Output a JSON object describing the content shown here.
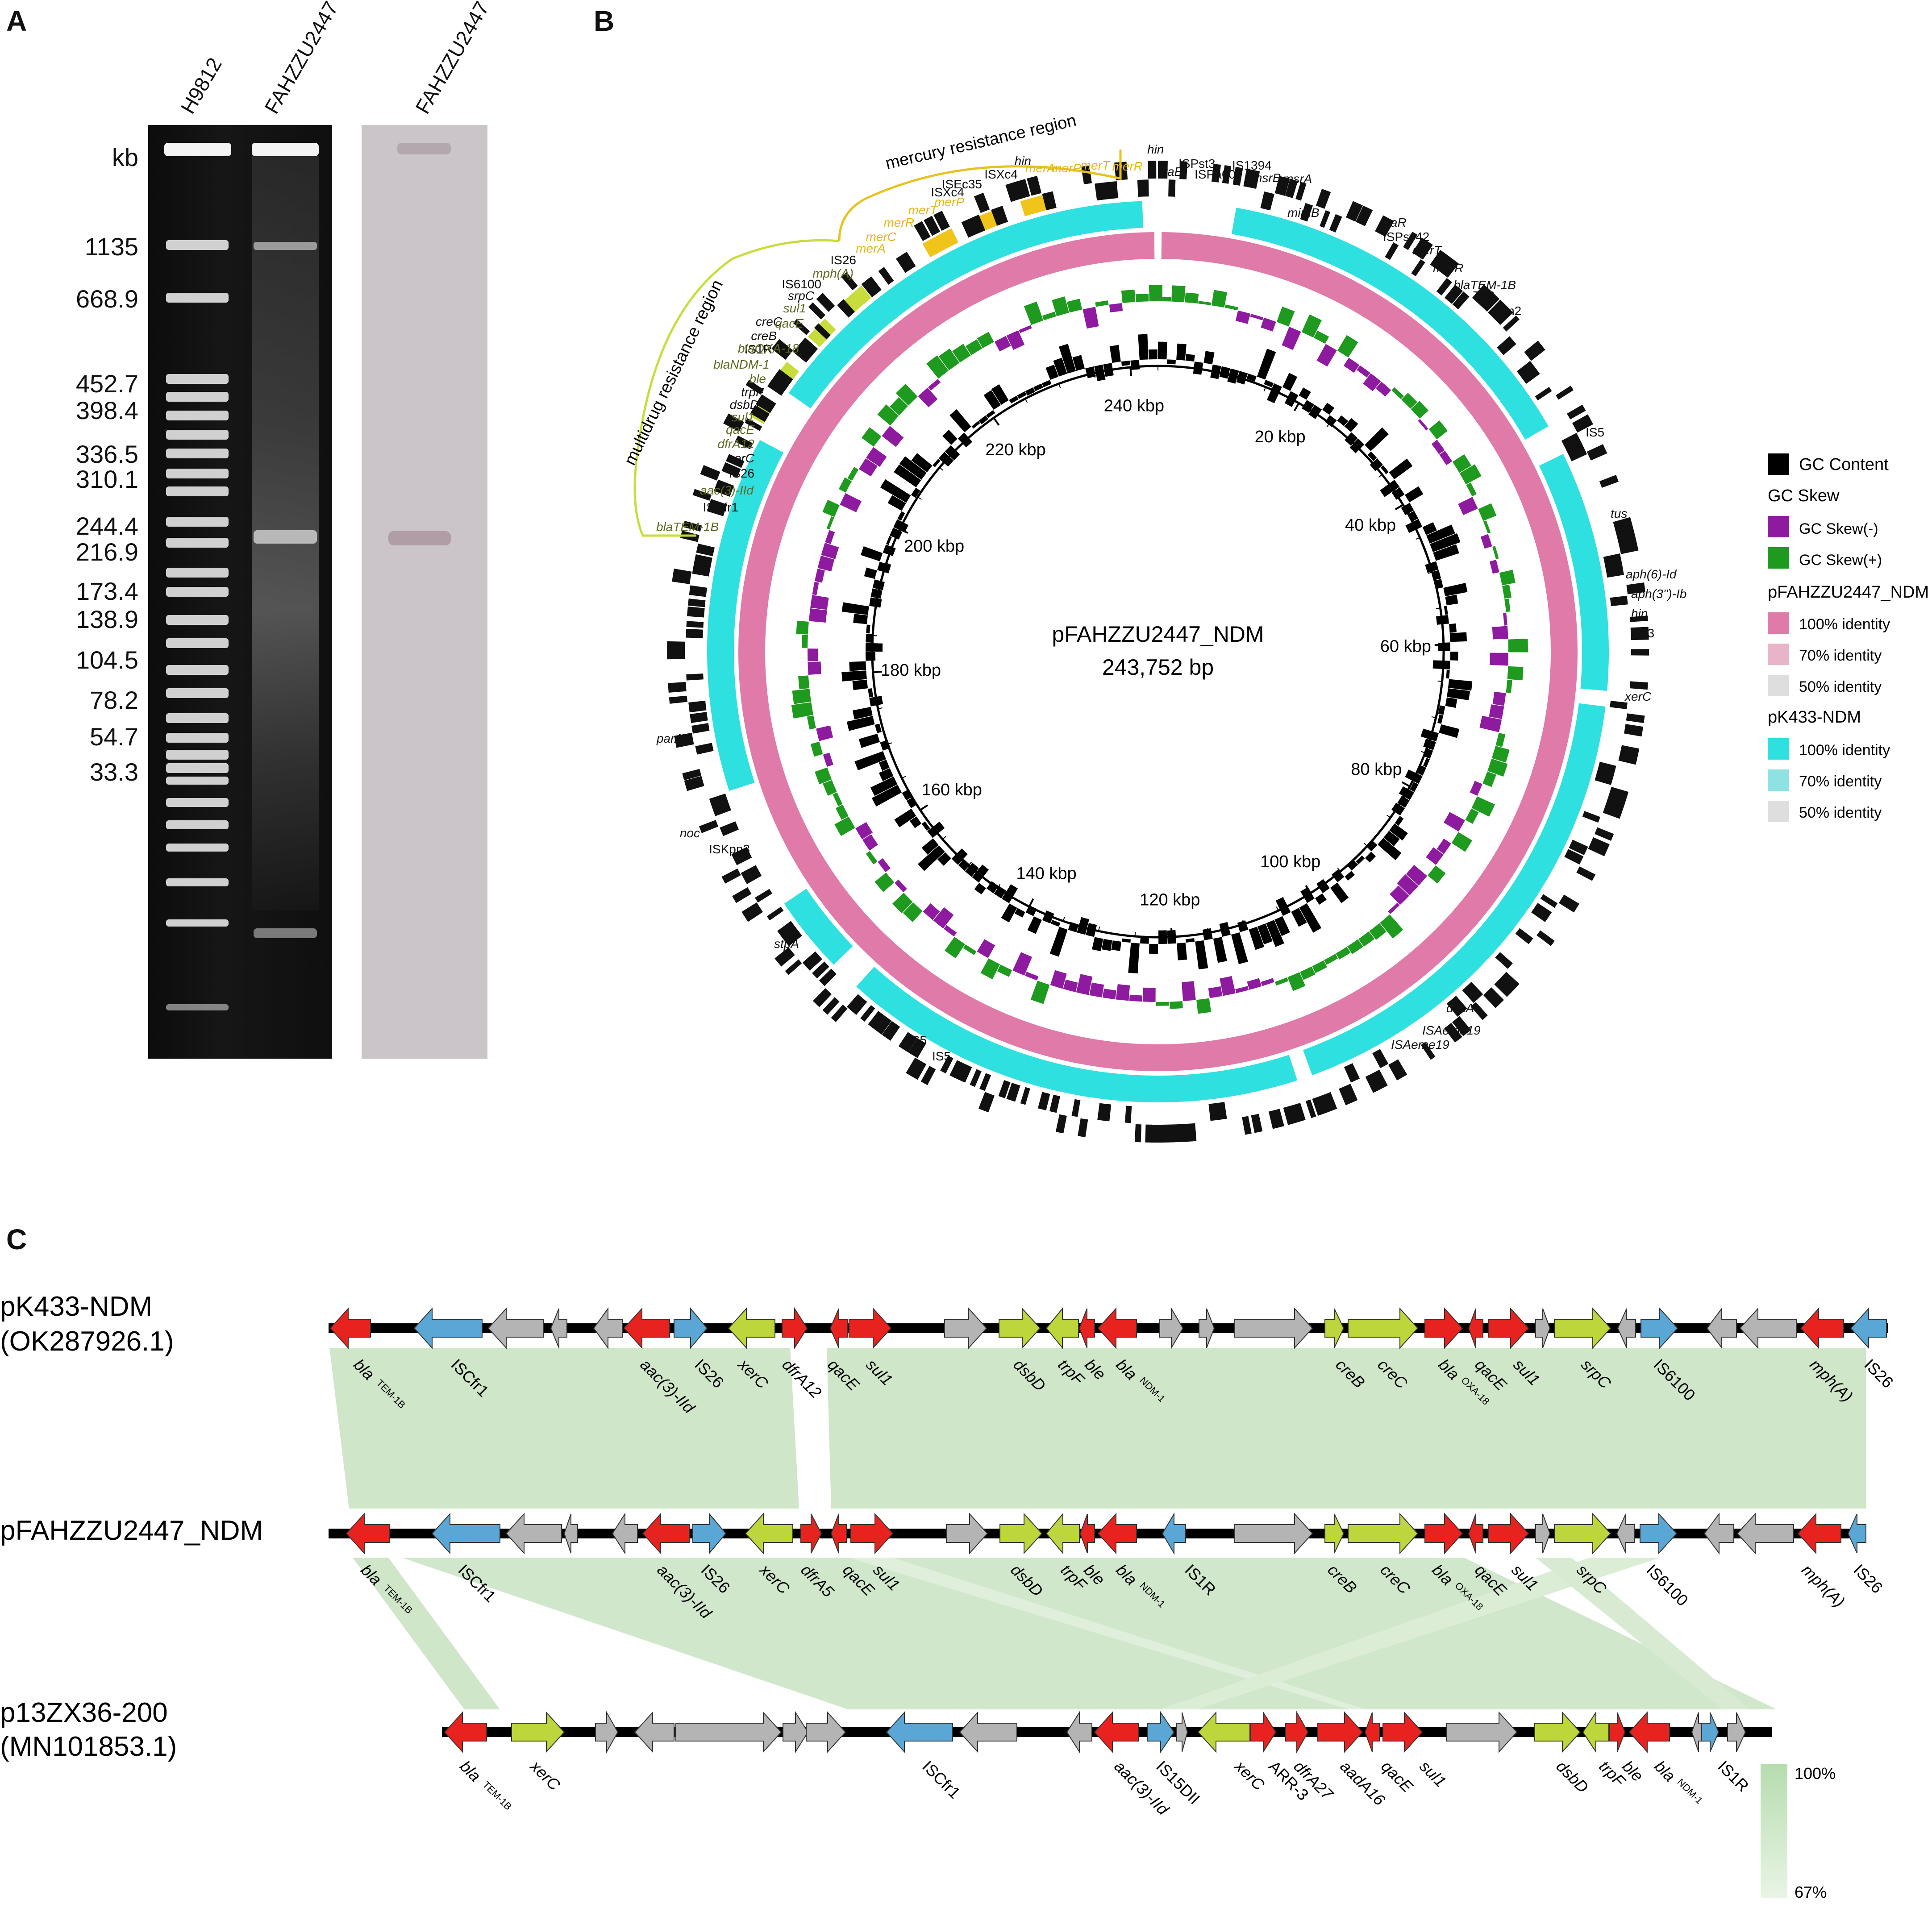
{
  "panels": {
    "a": "A",
    "b": "B",
    "c": "C"
  },
  "gel": {
    "lanes": [
      "H9812",
      "FAHZZU2447",
      "FAHZZU2447"
    ],
    "unit": "kb",
    "markers": [
      "1135",
      "668.9",
      "452.7",
      "398.4",
      "336.5",
      "310.1",
      "244.4",
      "216.9",
      "173.4",
      "138.9",
      "104.5",
      "78.2",
      "54.7",
      "33.3"
    ]
  },
  "circle": {
    "name": "pFAHZZU2447_NDM",
    "size": "243,752 bp",
    "ticks": [
      "240 kbp",
      "20 kbp",
      "40 kbp",
      "60 kbp",
      "80 kbp",
      "100 kbp",
      "120 kbp",
      "140 kbp",
      "160 kbp",
      "180 kbp",
      "200 kbp",
      "220 kbp"
    ],
    "regions": {
      "mercury": "mercury resistance region",
      "multidrug": "multidrug resistance region"
    },
    "genes_right": [
      "hin",
      "traB",
      "ISPst3",
      "ISPa60",
      "IS1394",
      "msrB",
      "msrA",
      "mimB",
      "rhaR",
      "ISPsy42",
      "merT",
      "merR",
      "blaTEM-1B",
      "Tn3",
      "Tn2",
      "IS5",
      "tus",
      "aph(6)-Id",
      "aph(3'')-Ib",
      "hin",
      "Tn3",
      "xerC",
      "dksA",
      "ISAeme19",
      "ISAeme19"
    ],
    "genes_left": [
      "IS5",
      "IS5",
      "stpA",
      "noc",
      "ISKpn3",
      "parA",
      "blaTEM-1B",
      "ISCfr1",
      "aac(3)-IId",
      "IS26",
      "xerC",
      "dfrA12",
      "qacE",
      "sul1",
      "dsbD",
      "trpF",
      "ble",
      "blaNDM-1",
      "IS1R",
      "creB",
      "creC",
      "blaOXA-18",
      "qacE",
      "sul1",
      "srpC",
      "IS6100",
      "mph(A)",
      "IS26"
    ],
    "genes_top": [
      "merA",
      "merC",
      "merR",
      "merT",
      "merP",
      "ISXc4",
      "ISEc35",
      "ISXc4",
      "hin",
      "merA",
      "merP",
      "merT",
      "merR",
      "hin"
    ]
  },
  "legend": {
    "gc_content": "GC Content",
    "gc_skew": "GC Skew",
    "skew_neg": "GC Skew(-)",
    "skew_pos": "GC Skew(+)",
    "ring1": "pFAHZZU2447_NDM",
    "ring1_items": [
      "100% identity",
      "70% identity",
      "50% identity"
    ],
    "ring2": "pK433-NDM",
    "ring2_items": [
      "100% identity",
      "70% identity",
      "50% identity"
    ],
    "colors": {
      "gc": "#000000",
      "neg": "#8e1aa0",
      "pos": "#1e9a1e",
      "r1_100": "#e07aa8",
      "r1_70": "#e8b4ca",
      "r50": "#dedede",
      "r2_100": "#2fe0e0",
      "r2_70": "#8ee2e2"
    }
  },
  "tracks": {
    "t1": {
      "name": "pK433-NDM",
      "acc": "(OK287926.1)",
      "labels": [
        "bla",
        "ISCfr1",
        "aac(3)-IId",
        "IS26",
        "xerC",
        "dfrA12",
        "qacE",
        "sul1",
        "dsbD",
        "trpF",
        "ble",
        "bla",
        "creB",
        "creC",
        "bla",
        "qacE",
        "sul1",
        "srpC",
        "IS6100",
        "mph(A)",
        "IS26"
      ],
      "subs": [
        "TEM-1B",
        "NDM-1",
        "OXA-18"
      ]
    },
    "t2": {
      "name": "pFAHZZU2447_NDM",
      "labels": [
        "bla",
        "ISCfr1",
        "aac(3)-IId",
        "IS26",
        "xerC",
        "dfrA5",
        "qacE",
        "sul1",
        "dsbD",
        "trpF",
        "ble",
        "bla",
        "IS1R",
        "creB",
        "creC",
        "bla",
        "qacE",
        "sul1",
        "srpC",
        "IS6100",
        "mph(A)",
        "IS26"
      ],
      "subs": [
        "TEM-1B",
        "NDM-1",
        "OXA-18"
      ]
    },
    "t3": {
      "name": "p13ZX36-200",
      "acc": "(MN101853.1)",
      "labels": [
        "bla",
        "xerC",
        "ISCfr1",
        "aac(3)-IId",
        "IS15DII",
        "xerC",
        "ARR-3",
        "dfrA27",
        "aadA16",
        "qacE",
        "sul1",
        "dsbD",
        "trpF",
        "ble",
        "bla",
        "IS1R"
      ],
      "subs": [
        "TEM-1B",
        "NDM-1"
      ]
    },
    "scale": {
      "max": "100%",
      "min": "67%"
    },
    "colors": {
      "red": "#e8231f",
      "blue": "#5aa7d6",
      "gray": "#b4b4b4",
      "green": "#bcd63c",
      "link": "#cfe6c8"
    }
  }
}
